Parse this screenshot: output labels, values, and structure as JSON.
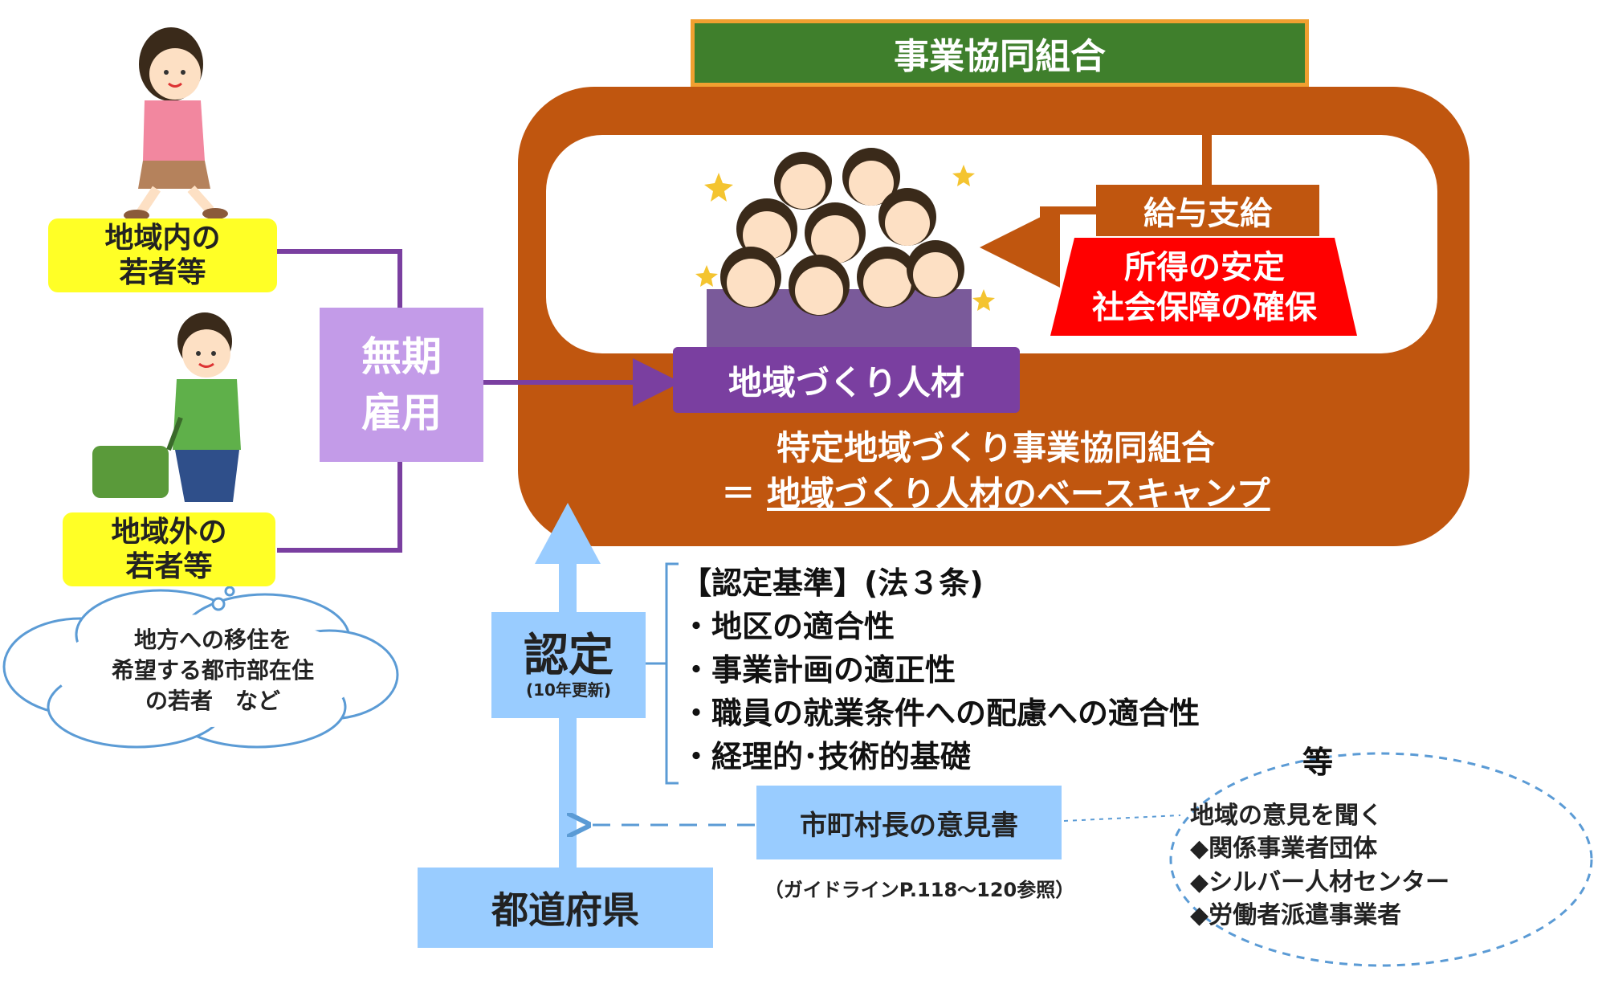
{
  "header": {
    "title": "事業協同組合"
  },
  "inner": {
    "workers_label": "地域づくり人材",
    "salary": "給与支給",
    "stability": {
      "line1": "所得の安定",
      "line2": "社会保障の確保"
    },
    "caption1": "特定地域づくり事業協同組合",
    "caption2_prefix": "＝",
    "caption2": "地域づくり人材のベースキャンプ"
  },
  "youth_local": {
    "line1": "地域内の",
    "line2": "若者等"
  },
  "youth_outside": {
    "line1": "地域外の",
    "line2": "若者等"
  },
  "cloud": {
    "line1": "地方への移住を",
    "line2": "希望する都市部在住",
    "line3": "の若者　など"
  },
  "employment": {
    "line1": "無期",
    "line2": "雇用"
  },
  "certification": {
    "title": "認定",
    "sub": "(10年更新)"
  },
  "prefecture": "都道府県",
  "criteria": {
    "heading": "【認定基準】(法３条)",
    "items": [
      "・地区の適合性",
      "・事業計画の適正性",
      "・職員の就業条件への配慮への適合性",
      "・経理的･技術的基礎"
    ],
    "etc": "等"
  },
  "opinion": {
    "label": "市町村長の意見書",
    "note": "（ガイドラインP.118～120参照）"
  },
  "bubble": {
    "heading": "地域の意見を聞く",
    "items": [
      "◆関係事業者団体",
      "◆シルバー人材センター",
      "◆労働者派遣事業者"
    ]
  },
  "colors": {
    "brown": "#c0560f",
    "green": "#3f7f2c",
    "orange_border": "#f0a030",
    "purple": "#7a3fa0",
    "lavender": "#c39be8",
    "yellow": "#ffff26",
    "blue": "#99ccff",
    "red": "#ff0000"
  }
}
